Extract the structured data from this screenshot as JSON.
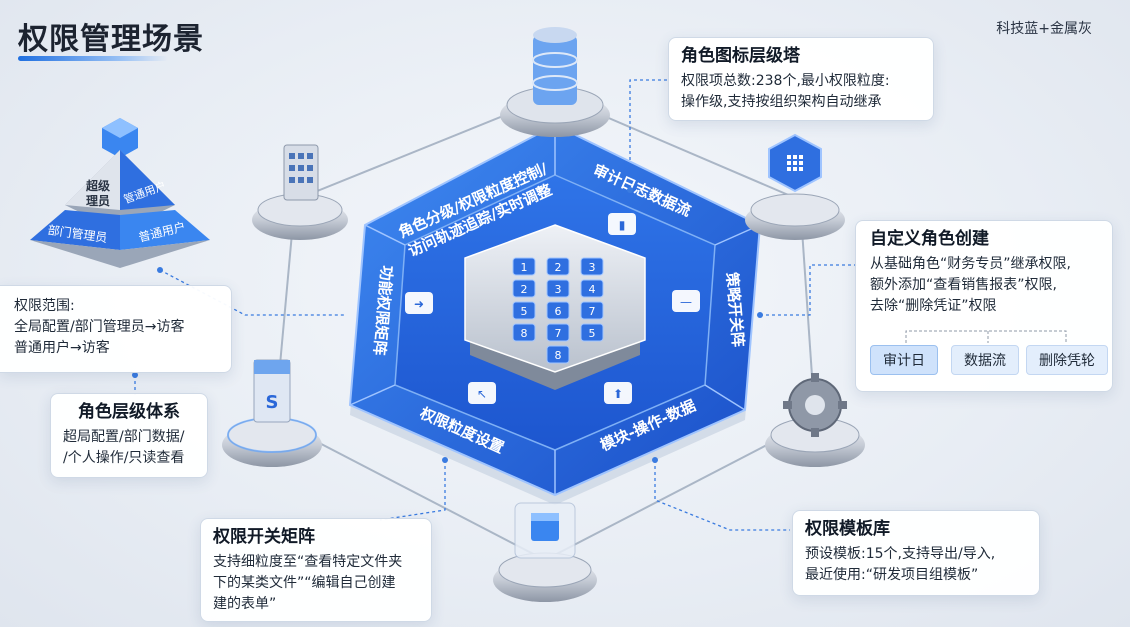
{
  "header": {
    "title": "权限管理场景",
    "theme_label": "科技蓝+金属灰"
  },
  "pyramid": {
    "top_left": [
      "超级",
      "理员"
    ],
    "top_right": "管通用户",
    "bottom_left": "部门管理员",
    "bottom_right": "普通用户"
  },
  "scope_card": {
    "heading": "权限范围:",
    "lines": [
      "全局配置/部门管理员→访客",
      "普通用户→访客"
    ]
  },
  "role_hierarchy_card": {
    "title": "角色层级体系",
    "lines": [
      "超局配置/部门数据/",
      "/个人操作/只读查看"
    ]
  },
  "permission_switch_card": {
    "title": "权限开关矩阵",
    "lines": [
      "支持细粒度至“查看特定文件夹",
      "下的某类文件”“编辑自己创建",
      "建的表单”"
    ]
  },
  "role_tower_card": {
    "title": "角色图标层级塔",
    "lines": [
      "权限项总数:238个,最小权限粒度:",
      "操作级,支持按组织架构自动继承"
    ]
  },
  "custom_role_card": {
    "title": "自定义角色创建",
    "lines": [
      "从基础角色“财务专员”继承权限,",
      "额外添加“查看销售报表”权限,",
      "去除“删除凭证”权限"
    ],
    "tags": [
      "审计日",
      "数据流",
      "删除凭轮"
    ]
  },
  "template_card": {
    "title": "权限模板库",
    "lines": [
      "预设模板:15个,支持导出/导入,",
      "最近使用:“研发项目组模板”"
    ]
  },
  "hexagon": {
    "top_left": [
      "角色分级/权限粒度控制/",
      "访问轨迹追踪/实时调整"
    ],
    "top_right": "审计日志数据流",
    "right": "策略开关阵",
    "left": "功能权限矩阵",
    "bottom_left": "权限粒度设置",
    "bottom_right": "模块-操作-数据",
    "keypad": [
      "1",
      "2",
      "3",
      "2",
      "3",
      "4",
      "5",
      "6",
      "7",
      "8",
      "7",
      "5",
      "8"
    ]
  }
}
